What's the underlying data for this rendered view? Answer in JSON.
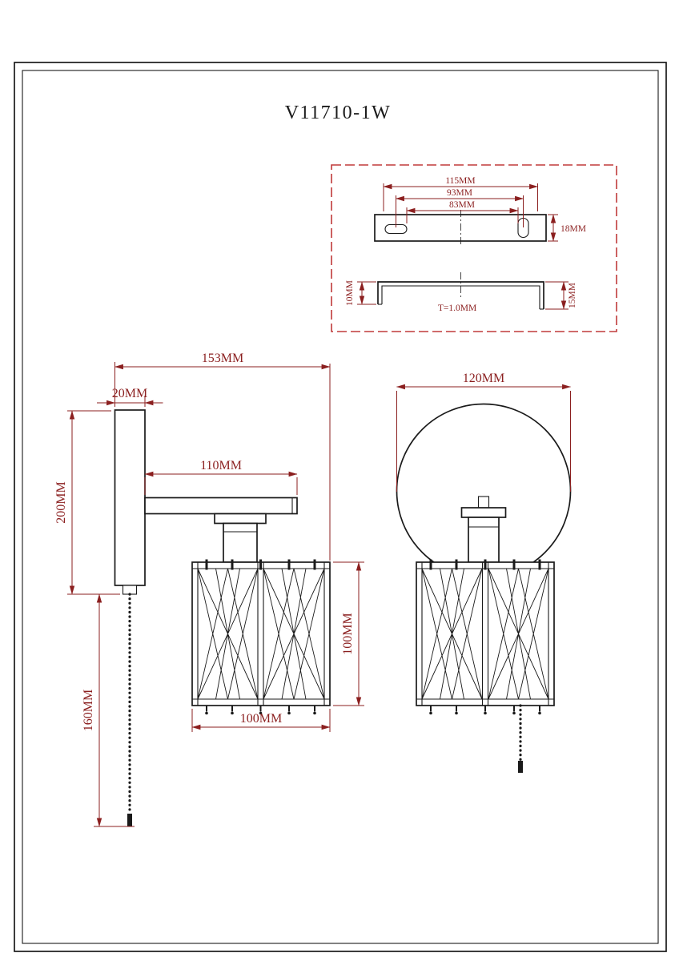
{
  "title": "V11710-1W",
  "colors": {
    "drawing": "#1a1a1a",
    "dimension": "#8b1f1f",
    "detail_border": "#c03a3a"
  },
  "detail_view": {
    "slot_span_outer": "115MM",
    "slot_span_centers": "93MM",
    "slot_span_inner": "83MM",
    "bracket_height": "18MM",
    "left_flange": "10MM",
    "right_flange": "15MM",
    "thickness": "T=1.0MM"
  },
  "side_view": {
    "overall_depth": "153MM",
    "plate_thickness": "20MM",
    "arm_length": "110MM",
    "backplate_height": "200MM",
    "pull_chain_length": "160MM",
    "shade_diameter": "100MM",
    "shade_height": "100MM"
  },
  "front_view": {
    "backplate_width": "120MM"
  }
}
